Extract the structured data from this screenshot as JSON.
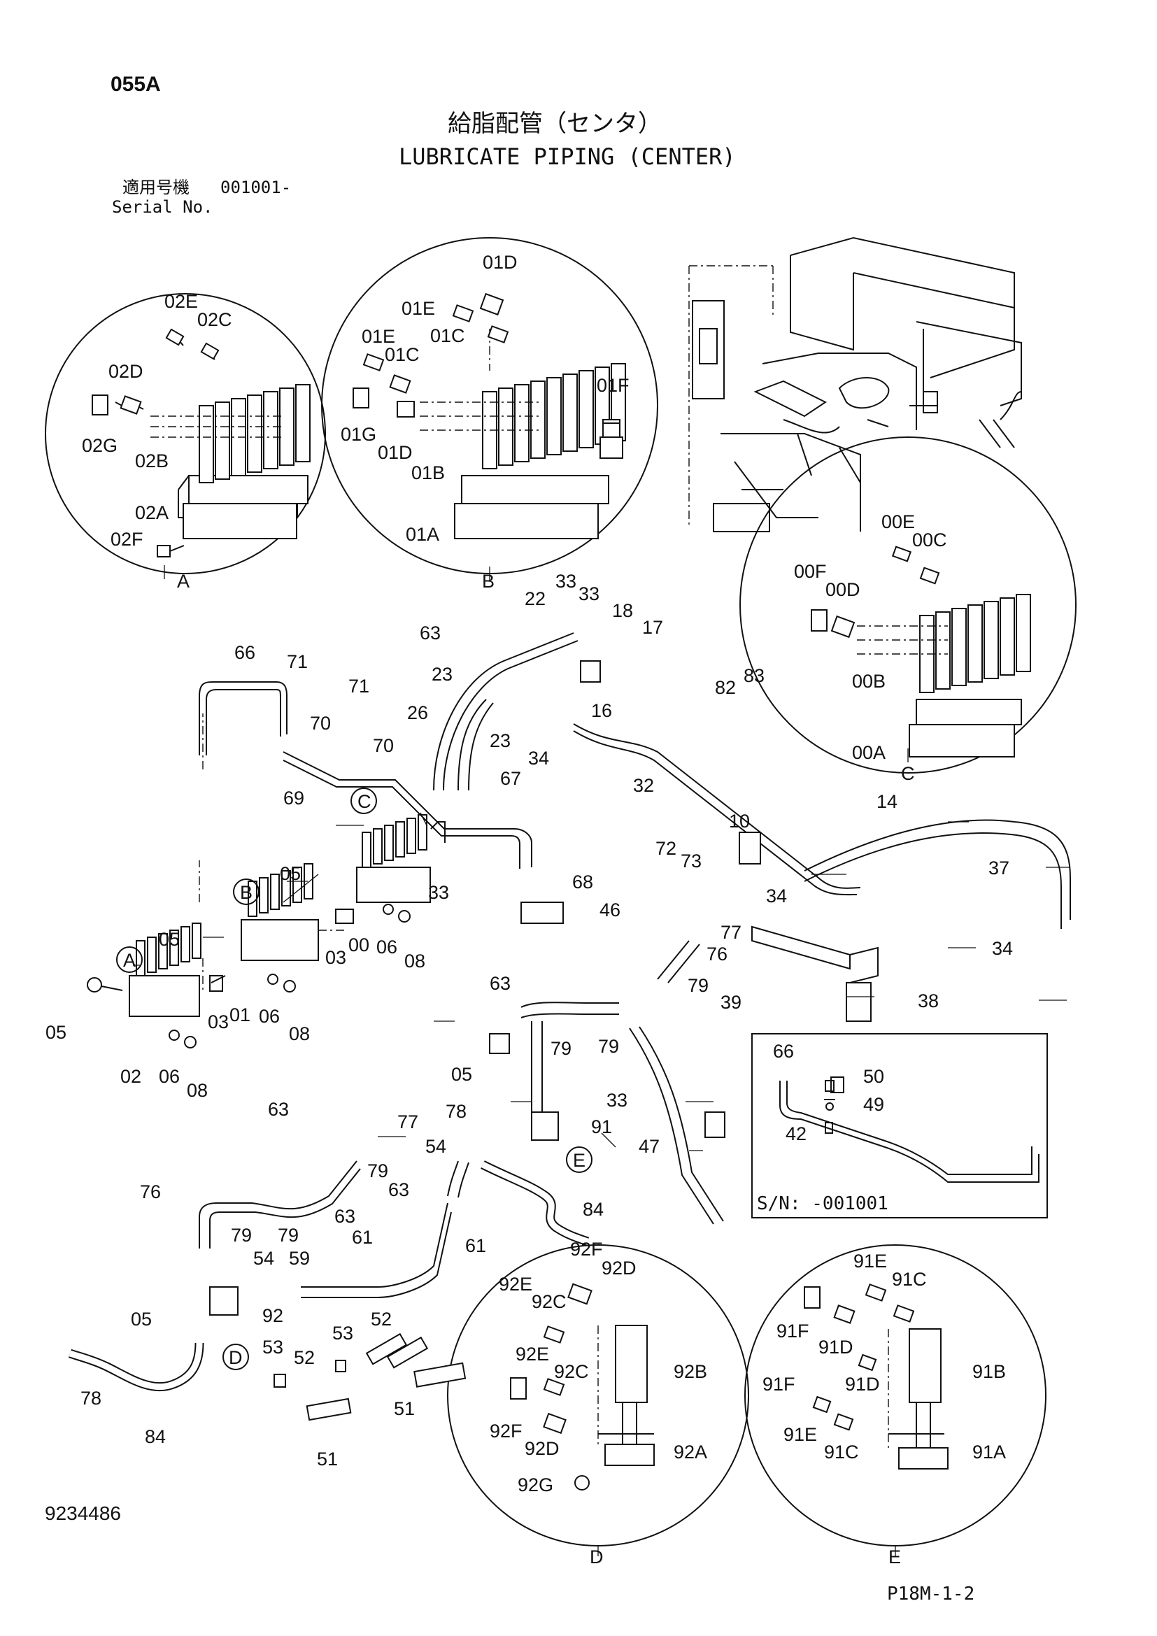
{
  "page_code": "055A",
  "title_jp": "給脂配管（センタ）",
  "title_en": "LUBRICATE PIPING (CENTER)",
  "serial_label_jp": "適用号機",
  "serial_value": "001001-",
  "serial_label_en": "Serial No.",
  "drawing_number": "9234486",
  "page_reference": "P18M-1-2",
  "inset_serial": "S/N: -001001",
  "detail_letters": [
    "A",
    "B",
    "C",
    "D",
    "E"
  ],
  "labels": {
    "d02E": "02E",
    "d02C": "02C",
    "d02D": "02D",
    "d02G": "02G",
    "d02B": "02B",
    "d02A": "02A",
    "d02F": "02F",
    "d01D": "01D",
    "d01E": "01E",
    "d01C": "01C",
    "d01E2": "01E",
    "d01C2": "01C",
    "d01F": "01F",
    "d01G": "01G",
    "d01D2": "01D",
    "d01B": "01B",
    "d01A": "01A",
    "d00E": "00E",
    "d00C": "00C",
    "d00F": "00F",
    "d00D": "00D",
    "d00B": "00B",
    "d00A": "00A",
    "p22": "22",
    "p33a": "33",
    "p33b": "33",
    "p18": "18",
    "p17": "17",
    "p63a": "63",
    "p66": "66",
    "p71a": "71",
    "p71b": "71",
    "p23a": "23",
    "p26": "26",
    "p16": "16",
    "p34a": "34",
    "p23b": "23",
    "p70a": "70",
    "p70b": "70",
    "p69": "69",
    "p82": "82",
    "p83": "83",
    "p32": "32",
    "p14": "14",
    "p67": "67",
    "p10": "10",
    "p72": "72",
    "p73": "73",
    "p37": "37",
    "p34b": "34",
    "p05a": "05",
    "p33c": "33",
    "p68": "68",
    "p46": "46",
    "p77a": "77",
    "p76a": "76",
    "p34c": "34",
    "p03a": "03",
    "p00": "00",
    "p06a": "06",
    "p08a": "08",
    "p05b": "05",
    "p63b": "63",
    "p79a": "79",
    "p39": "39",
    "p38": "38",
    "p79b": "79",
    "p79c": "79",
    "p05c": "05",
    "p03b": "03",
    "p01": "01",
    "p06b": "06",
    "p08b": "08",
    "p02": "02",
    "p06c": "06",
    "p08c": "08",
    "p05d": "05",
    "p33d": "33",
    "p91": "91",
    "p78a": "78",
    "p66i": "66",
    "p50": "50",
    "p49": "49",
    "p42": "42",
    "p63c": "63",
    "p77b": "77",
    "p79d": "79",
    "p54a": "54",
    "p47": "47",
    "p76b": "76",
    "p63d": "63",
    "p84a": "84",
    "p79e": "79",
    "p79f": "79",
    "p63e": "63",
    "p61a": "61",
    "p61b": "61",
    "p54b": "54",
    "p59": "59",
    "p05e": "05",
    "p92": "92",
    "p53a": "53",
    "p52a": "52",
    "p53b": "53",
    "p52b": "52",
    "p51a": "51",
    "p51b": "51",
    "p78b": "78",
    "p84b": "84",
    "d92F": "92F",
    "d92D": "92D",
    "d92E": "92E",
    "d92C": "92C",
    "d92E2": "92E",
    "d92C2": "92C",
    "d92B": "92B",
    "d92F2": "92F",
    "d92D2": "92D",
    "d92A": "92A",
    "d92G": "92G",
    "d91E": "91E",
    "d91C": "91C",
    "d91F": "91F",
    "d91D": "91D",
    "d91B": "91B",
    "d91F2": "91F",
    "d91D2": "91D",
    "d91E2": "91E",
    "d91C2": "91C",
    "d91A": "91A"
  }
}
